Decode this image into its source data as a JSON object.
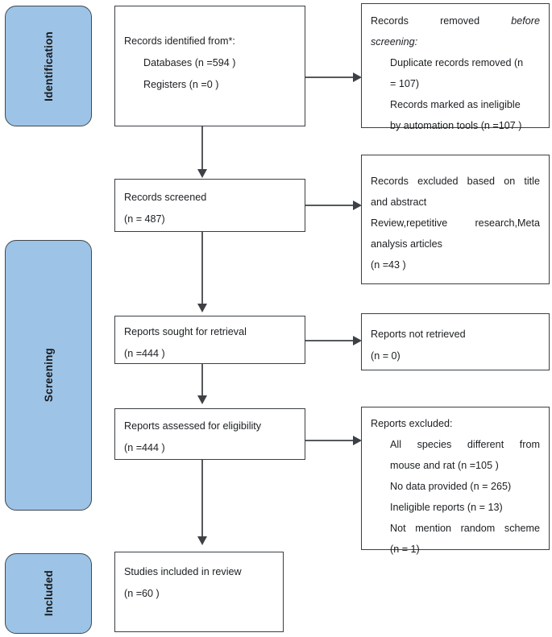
{
  "diagram": {
    "type": "prisma-flow-diagram",
    "accent_color": "#9DC3E6",
    "border_color": "#3a3f44",
    "stages": [
      {
        "id": "identification",
        "label": "Identification"
      },
      {
        "id": "screening",
        "label": "Screening"
      },
      {
        "id": "included",
        "label": "Included"
      }
    ],
    "boxes": {
      "identified": {
        "line1": "Records identified from*:",
        "line2": "Databases (n =594 )",
        "line3": "Registers (n =0 )"
      },
      "removed": {
        "line1a": "Records removed",
        "line1b": "before",
        "line2": "screening:",
        "line3": "Duplicate records removed  (n",
        "line4": "= 107)",
        "line5": "Records marked as ineligible",
        "line6": "by automation tools (n =107 )"
      },
      "screened": {
        "line1": "Records screened",
        "line2": "(n = 487)"
      },
      "excluded_title": {
        "line1": "Records excluded based on title",
        "line2": "and abstract",
        "line3": "Review,repetitive   research,Meta",
        "line4": "analysis articles",
        "line5": "(n =43 )"
      },
      "sought": {
        "line1": "Reports sought for retrieval",
        "line2": "(n =444 )"
      },
      "not_retrieved": {
        "line1": "Reports not retrieved",
        "line2": "(n = 0)"
      },
      "assessed": {
        "line1": "Reports assessed for eligibility",
        "line2": "(n =444 )"
      },
      "reports_excluded": {
        "line1": "Reports excluded:",
        "line2": "All species different from",
        "line3": "mouse and rat (n =105 )",
        "line4": "No data provided (n = 265)",
        "line5": "Ineligible reports (n = 13)",
        "line6": "Not mention random scheme",
        "line7": "(n = 1)"
      },
      "included_studies": {
        "line1": "Studies included in review",
        "line2": "(n =60 )"
      }
    }
  }
}
